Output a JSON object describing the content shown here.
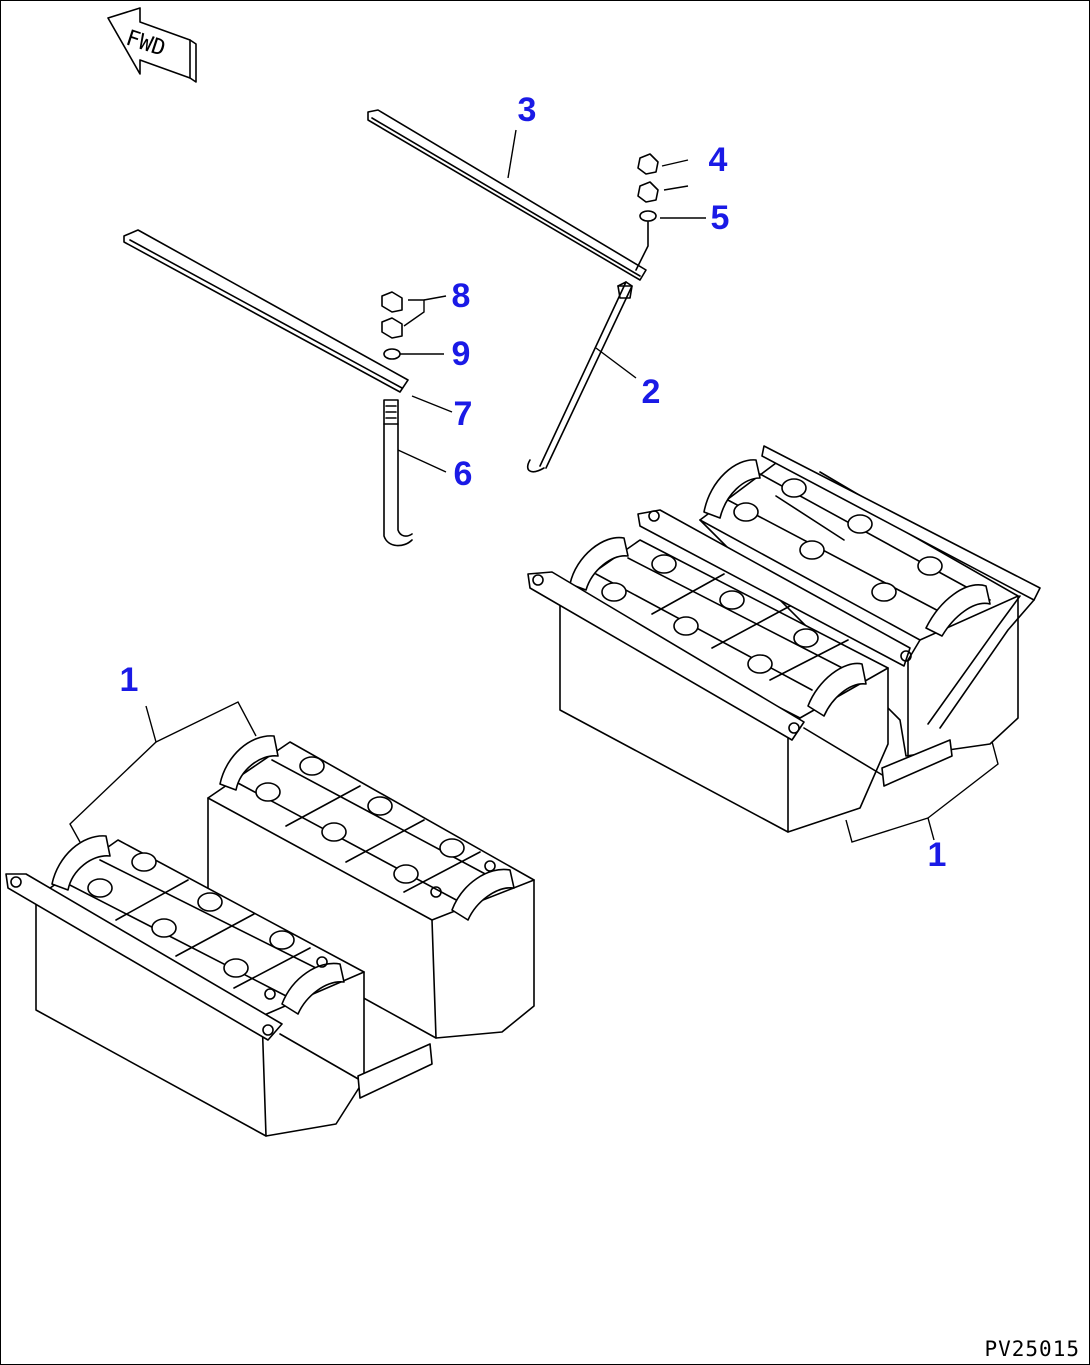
{
  "fwd_label": "FWD",
  "drawing_code": "PV25015",
  "callouts": {
    "c3": "3",
    "c4": "4",
    "c5": "5",
    "c8": "8",
    "c9": "9",
    "c7": "7",
    "c2": "2",
    "c6": "6",
    "c1_left": "1",
    "c1_right": "1"
  },
  "colors": {
    "callout": "#1a1ae6",
    "line": "#000000"
  }
}
